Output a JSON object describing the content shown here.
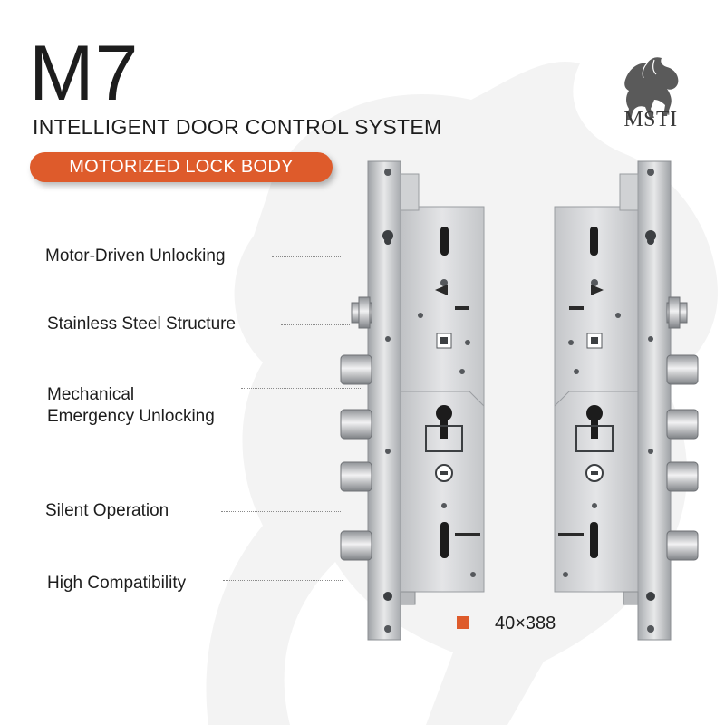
{
  "header": {
    "model": "M7",
    "subtitle": "INTELLIGENT DOOR CONTROL SYSTEM",
    "badge": "MOTORIZED LOCK BODY"
  },
  "logo": {
    "icon": "horse-icon",
    "text": "MSTI"
  },
  "features": [
    {
      "label": "Motor-Driven Unlocking"
    },
    {
      "label": "Stainless Steel Structure"
    },
    {
      "label_line1": "Mechanical",
      "label_line2": "Emergency Unlocking"
    },
    {
      "label": "Silent Operation"
    },
    {
      "label": "High Compatibility"
    }
  ],
  "dimension": {
    "label": "40×388"
  },
  "colors": {
    "accent": "#de5b2b",
    "text": "#1d1d1d",
    "steel": "#c9cbcd"
  }
}
